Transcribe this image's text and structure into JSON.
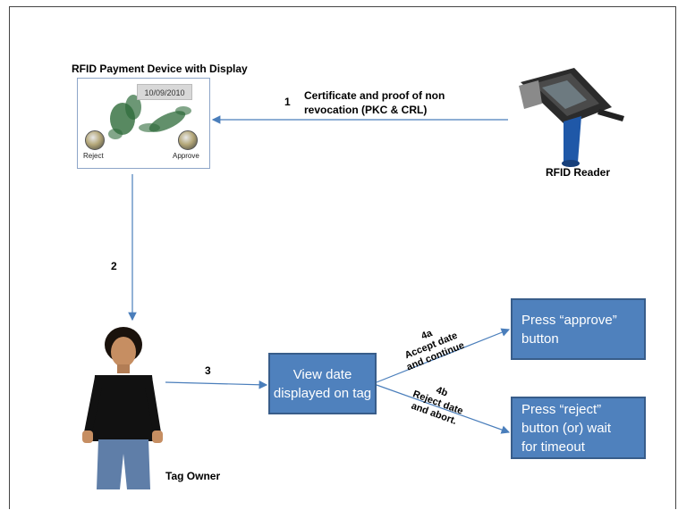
{
  "device": {
    "title": "RFID Payment Device with Display",
    "date": "10/09/2010",
    "reject_label": "Reject",
    "approve_label": "Approve"
  },
  "reader": {
    "label": "RFID Reader"
  },
  "steps": {
    "s1_num": "1",
    "s1_line1": "Certificate and proof of non",
    "s1_line2": "revocation (PKC & CRL)",
    "s2_num": "2",
    "s3_num": "3",
    "s4a_num": "4a",
    "s4a_line1": "Accept date",
    "s4a_line2": "and continue",
    "s4b_num": "4b",
    "s4b_line1": "Reject date",
    "s4b_line2": "and abort."
  },
  "owner": {
    "label": "Tag Owner"
  },
  "boxes": {
    "view_line1": "View date",
    "view_line2": "displayed on tag",
    "approve_line1": "Press “approve”",
    "approve_line2": "button",
    "reject_line1": "Press “reject”",
    "reject_line2": "button (or) wait",
    "reject_line3": "for timeout"
  },
  "colors": {
    "box_fill": "#4f81bd",
    "box_border": "#385d8a",
    "arrow": "#4a7ebb"
  }
}
